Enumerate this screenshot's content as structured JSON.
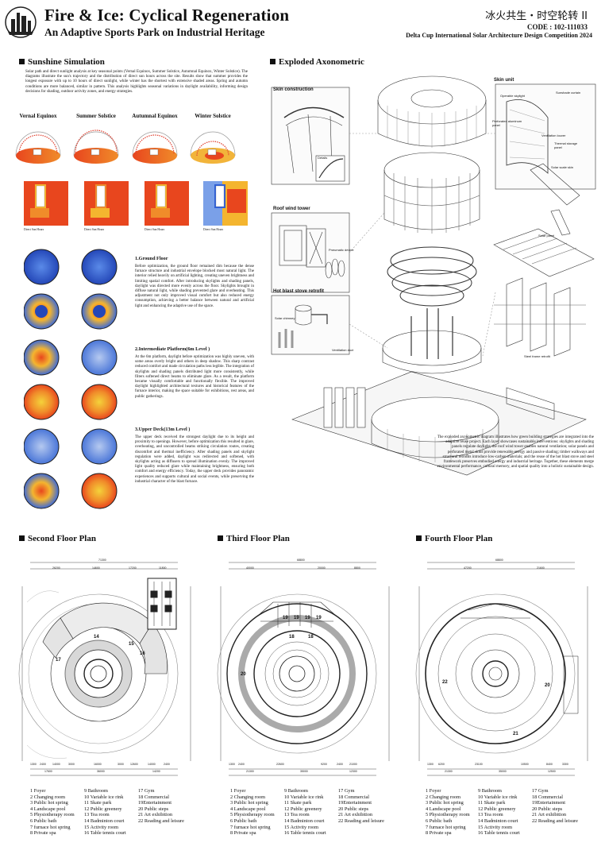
{
  "header": {
    "title": "Fire & Ice: Cyclical Regeneration",
    "subtitle": "An Adaptive Sports Park on Industrial Heritage",
    "chinese_title": "冰火共生・时空轮转 II",
    "code": "CODE : 102-111033",
    "competition": "Delta Cup International Solar Architecture Design Competition 2024"
  },
  "sunshine": {
    "title": "Sunshine Simulation",
    "intro": "Solar path and direct sunlight analysis at key seasonal points (Vernal Equinox, Summer Solstice, Autumnal Equinox, Winter Solstice). The diagrams illustrate the sun's trajectory and the distribution of direct sun hours across the site. Results show that summer provides the longest exposure with up to 10 hours of direct sunlight, while winter has the shortest with extensive shaded areas. Spring and autumn conditions are more balanced, similar in pattern. This analysis highlights seasonal variations in daylight availability, informing design decisions for shading, outdoor activity zones, and energy strategies.",
    "seasons": [
      "Vernal Equinox",
      "Summer Solstice",
      "Autumnal Equinox",
      "Winter Solstice"
    ],
    "map_caption": "Direct Sun Hours",
    "floors": [
      {
        "heading": "1.Ground Floor",
        "text": "Before optimization, the ground floor remained dim because the dense furnace structure and industrial envelope blocked most natural light. The interior relied heavily on artificial lighting, creating uneven brightness and limiting spatial comfort. After introducing skylights and shading panels, daylight was directed more evenly across the floor. Skylights brought in diffuse natural light, while shading prevented glare and overheating. This adjustment not only improved visual comfort but also reduced energy consumption, achieving a better balance between natural and artificial light and enhancing the adaptive use of the space."
      },
      {
        "heading": "2.Intermediate Platform(6m Level )",
        "text": "At the 6m platform, daylight before optimization was highly uneven, with some areas overly bright and others in deep shadow. This sharp contrast reduced comfort and made circulation paths less legible. The integration of skylights and shading panels distributed light more consistently, while filters softened direct beams to eliminate glare. As a result, the platform became visually comfortable and functionally flexible. The improved daylight highlighted architectural textures and historical features of the furnace interior, making the space suitable for exhibitions, rest areas, and public gatherings."
      },
      {
        "heading": "3.Upper Deck(13m Level )",
        "text": "The upper deck received the strongest daylight due to its height and proximity to openings. However, before optimization this resulted in glare, overheating, and uncontrolled beams striking circulation routes, creating discomfort and thermal inefficiency. After shading panels and skylight regulation were added, daylight was redirected and softened, with skylights acting as diffusers to spread illumination evenly. The improved light quality reduced glare while maintaining brightness, ensuring both comfort and energy efficiency. Today, the upper deck provides panoramic experiences and supports cultural and social events, while preserving the industrial character of the blast furnace."
      }
    ]
  },
  "axon": {
    "title": "Exploded Axonometric",
    "skin_construction": "Skin construction",
    "details": "Details",
    "roof_wind_tower": "Roof wind tower",
    "pneumatic_device": "Pneumatic device",
    "hot_blast": "Hot blast stove retrofit",
    "solar_chimney": "Solar chimney",
    "ventilation_duct": "Ventilation duct",
    "skin_unit": "Skin unit",
    "operable_skylight": "Operable skylight",
    "sunshade_curtain": "Sunshade curtain",
    "perforated_panel": "Perforated aluminum panel",
    "ventilation_louver": "Ventilation louver",
    "thermal_panel": "Thermal storage panel",
    "solar_scale_skin": "Solar scale skin",
    "solar_panel": "Solar panel",
    "steel_frame": "Steel frame retrofit",
    "description": "The exploded axonometric diagram illustrates how green building strategies are integrated into the adaptive reuse project. Each layer showcases sustainable interventions: skylights and shading panels regulate daylight; the roof wind tower enables natural ventilation; solar panels and perforated metal skins provide renewable energy and passive shading; timber walkways and structural retrofits introduce low-carbon materials; and the reuse of the hot blast stove and steel framework preserves embodied energy and industrial heritage. Together, these elements merge environmental performance, cultural memory, and spatial quality into a holistic sustainable design."
  },
  "plans": [
    {
      "title": "Second Floor Plan",
      "dims_top": [
        "71300",
        "26200",
        "14600",
        "17200",
        "11800"
      ],
      "dims_bottom": [
        "1300",
        "2400",
        "14000",
        "3000",
        "16000",
        "3000",
        "12600",
        "14000",
        "2400"
      ],
      "dims_bottom2": [
        "17600",
        "36000",
        "14200"
      ],
      "rooms": [
        "14",
        "15",
        "16",
        "17"
      ]
    },
    {
      "title": "Third Floor Plan",
      "dims_top": [
        "68800",
        "40000",
        "20000",
        "8800"
      ],
      "dims_bottom": [
        "1300",
        "2400",
        "22600",
        "9200",
        "2400",
        "21000"
      ],
      "dims_bottom2": [
        "21300",
        "35000",
        "12300"
      ],
      "rooms": [
        "19",
        "19",
        "19",
        "19",
        "18",
        "18",
        "20"
      ]
    },
    {
      "title": "Fourth Floor Plan",
      "dims_top": [
        "68800",
        "47200",
        "21600"
      ],
      "dims_bottom": [
        "1300",
        "6200",
        "23100",
        "10500",
        "8400",
        "3300"
      ],
      "dims_bottom2": [
        "21300",
        "35000",
        "12500"
      ],
      "rooms": [
        "20",
        "21",
        "22"
      ]
    }
  ],
  "legend": [
    [
      "1 Foyer",
      "2 Changing room",
      "3 Public hot spring",
      "4 Landscape pool",
      "5 Physiotherapy room",
      "6 Public bath",
      "7 furnace hot spring",
      "8 Private spa"
    ],
    [
      "9 Bathroom",
      "10 Variable ice rink",
      "11 Skate park",
      "12 Public greenery",
      "13 Tea room",
      "14 Badminton court",
      "15 Activity room",
      "16 Table tennis court"
    ],
    [
      "17 Gym",
      "18 Commercial",
      "19Entertainment",
      "20 Public steps",
      "21 Art exhibition",
      "22 Reading and leisure"
    ]
  ],
  "colors": {
    "heat_high": "#e8461e",
    "heat_mid": "#f4b52f",
    "heat_low": "#2f5fd6",
    "ink": "#111111"
  }
}
